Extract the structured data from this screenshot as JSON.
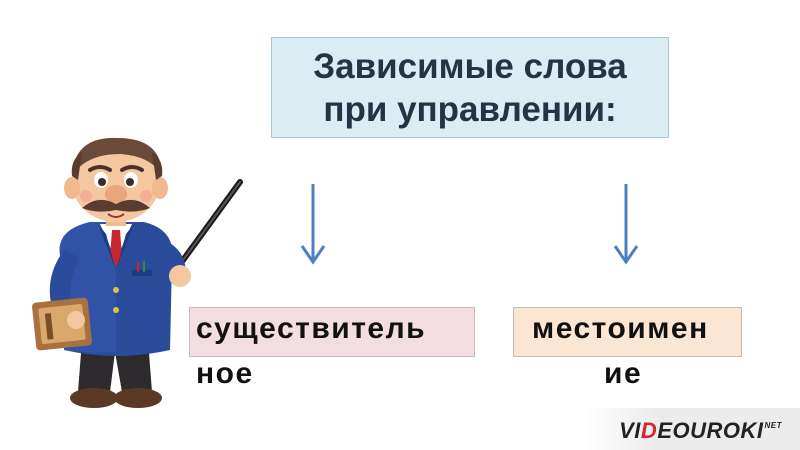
{
  "title": {
    "line1": "Зависимые слова",
    "line2": "при управлении:"
  },
  "boxes": [
    {
      "text_line1": "существитель",
      "text_line2": "ное",
      "background": "#f2dde1"
    },
    {
      "text_line1": "местоимен",
      "text_line2": "ие",
      "background": "#fbe5d3"
    }
  ],
  "arrow_color": "#4f7fbf",
  "title_background": "#dcecf3",
  "watermark": {
    "part1": "VI",
    "part2": "D",
    "part3": "EOUROKI",
    "part4": "NET"
  },
  "illustration": "teacher-with-pointer"
}
